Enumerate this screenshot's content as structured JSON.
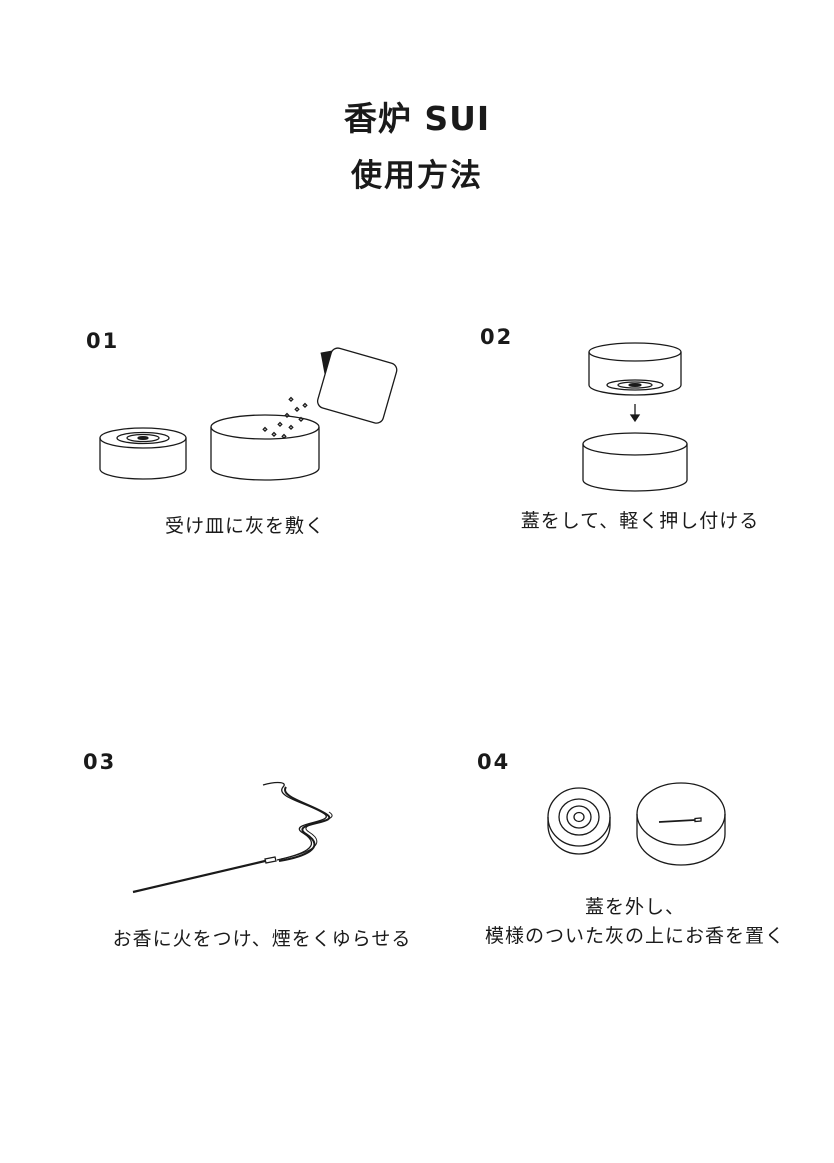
{
  "header": {
    "title": "香炉 SUI",
    "subtitle": "使用方法"
  },
  "steps": [
    {
      "number": "01",
      "caption": "受け皿に灰を敷く"
    },
    {
      "number": "02",
      "caption": "蓋をして、軽く押し付ける"
    },
    {
      "number": "03",
      "caption": "お香に火をつけ、煙をくゆらせる"
    },
    {
      "number": "04",
      "caption_line1": "蓋を外し、",
      "caption_line2": "模様のついた灰の上にお香を置く"
    }
  ]
}
